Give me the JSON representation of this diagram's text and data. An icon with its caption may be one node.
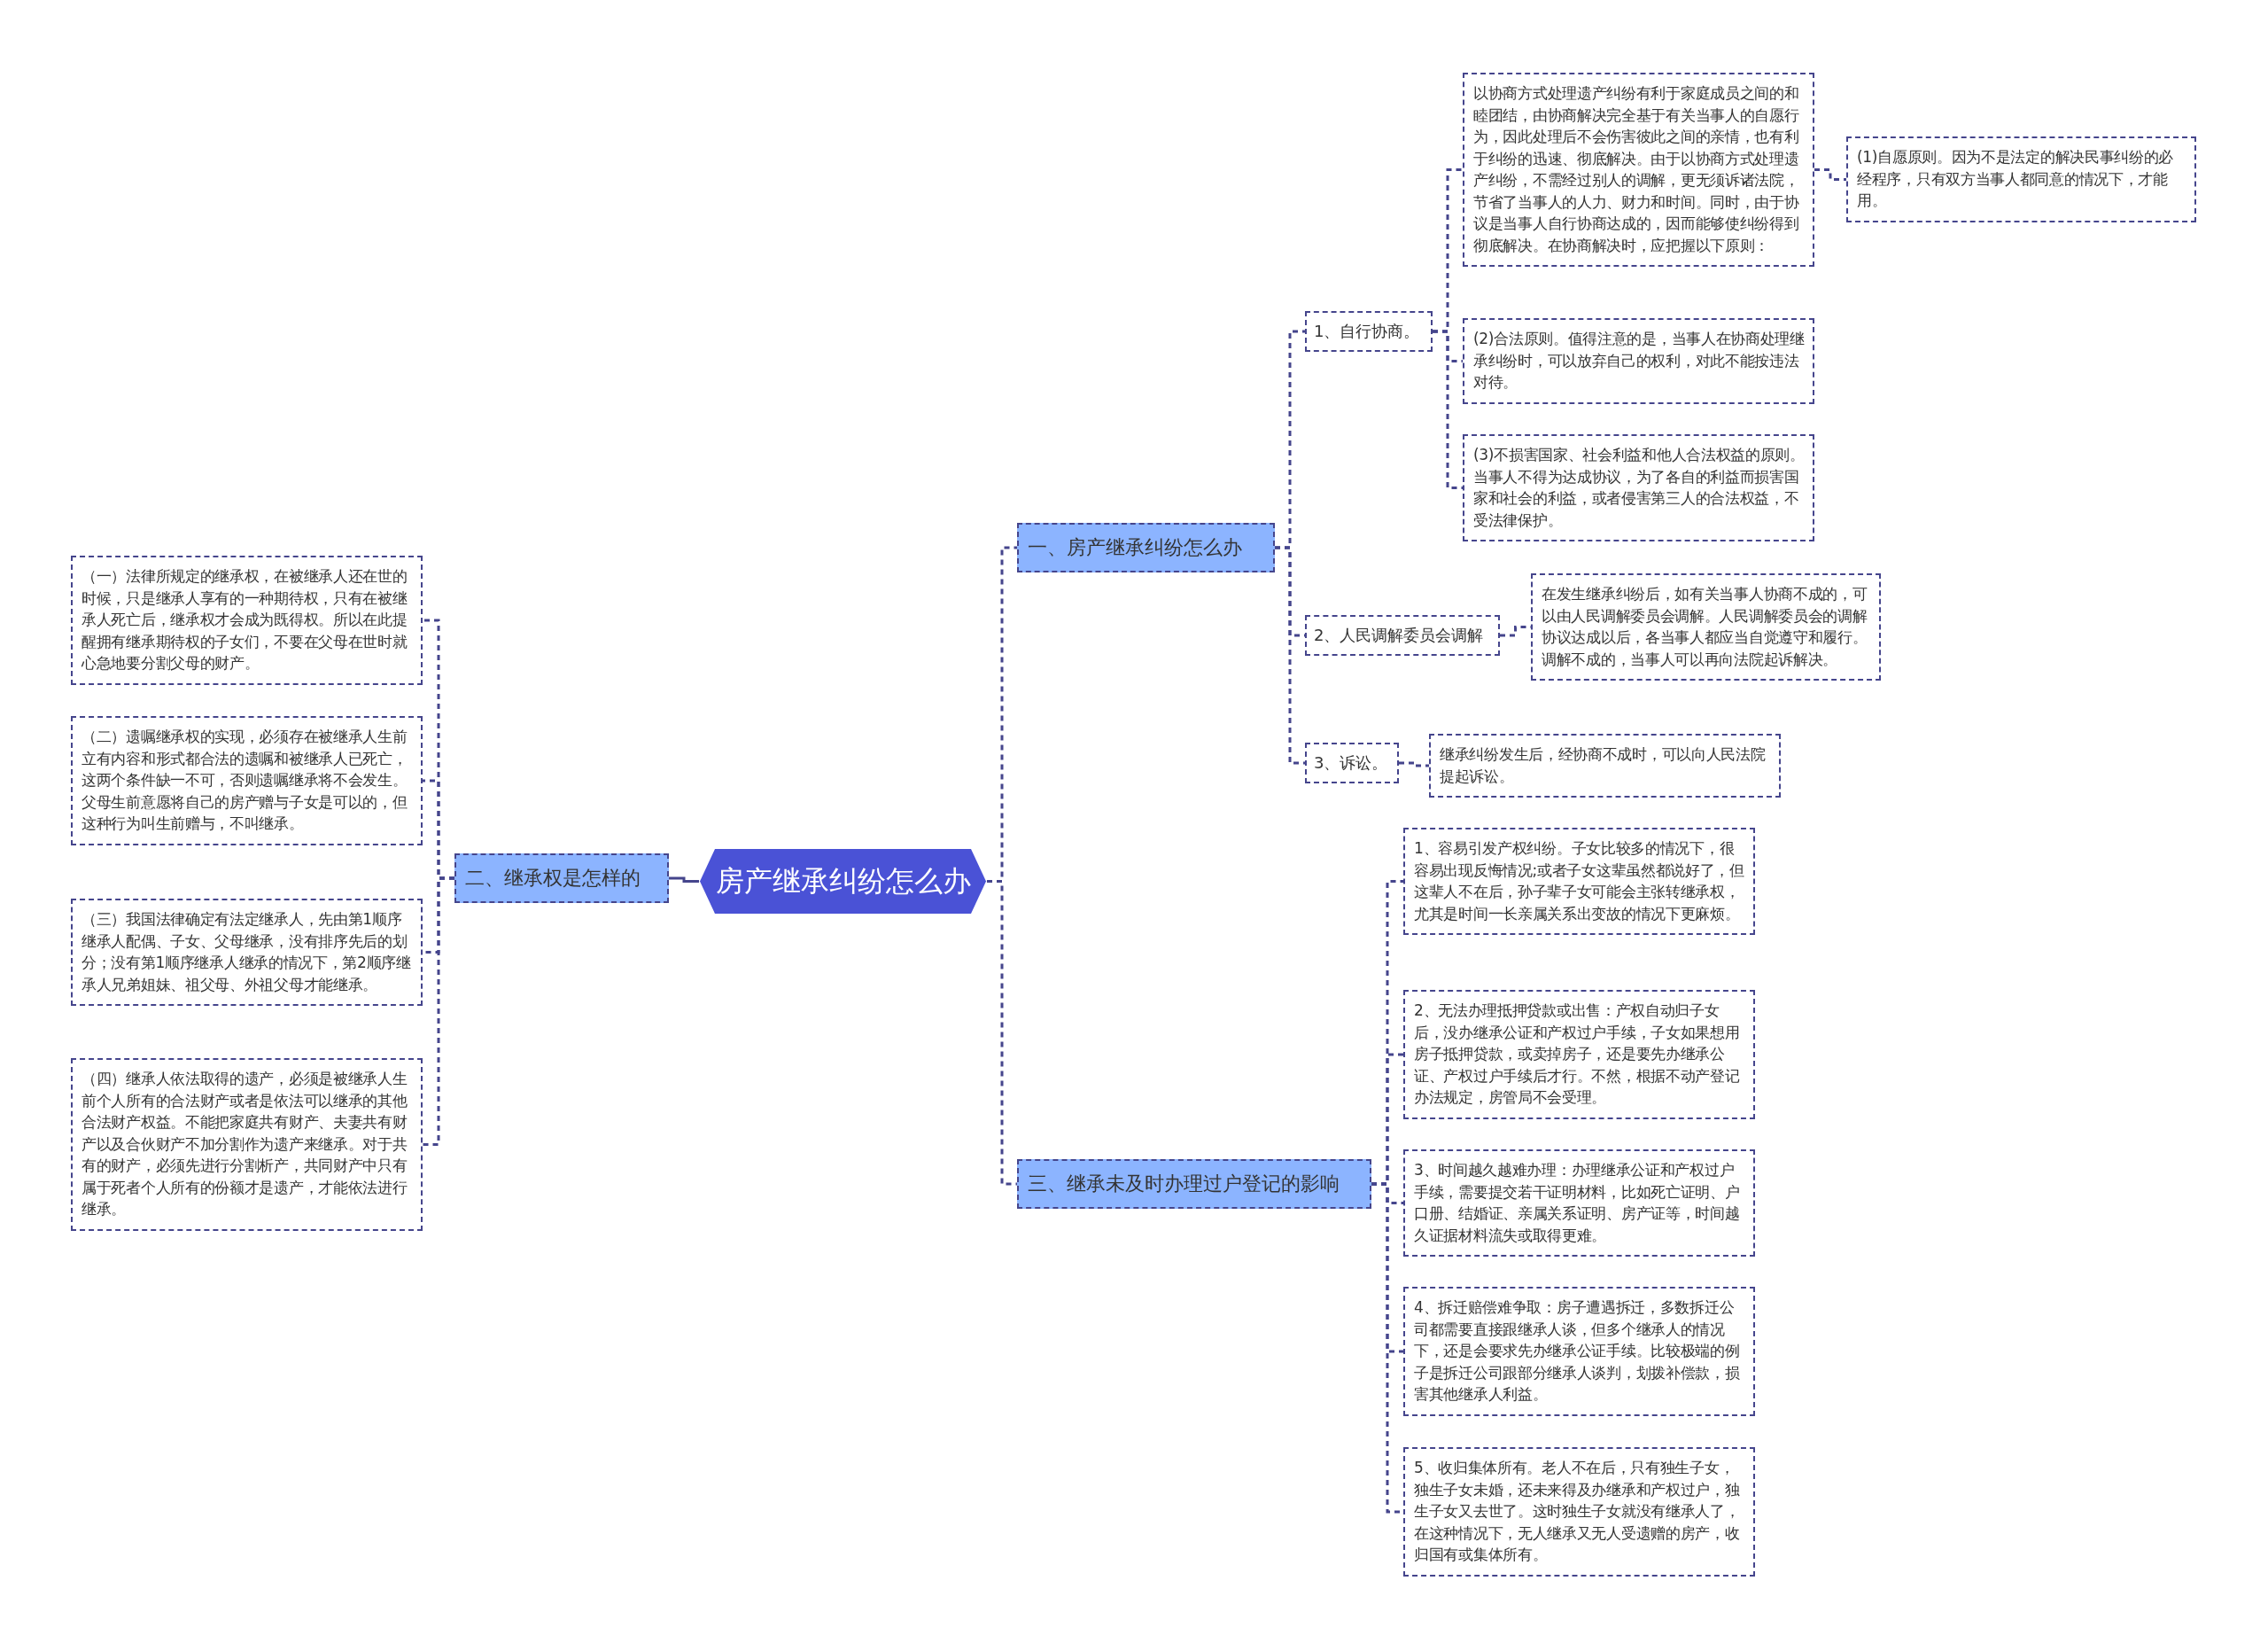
{
  "diagram": {
    "nodes": [
      {
        "text": [
          "房产继承纠纷怎么办"
        ]
      },
      {
        "text": [
          "一、房产继承纠纷怎么办"
        ]
      },
      {
        "text": [
          "1、自行协商。"
        ]
      },
      {
        "text": [
          "以协商方式处理遗产纠纷有利于家庭成员之间的和睦团结，由协商解决完全基于有关当事人的自愿行为，因此处理后不会伤害彼此之间的亲情，也有利于纠纷的迅速、彻底解决。由于以协商方式处理遗产纠纷，不需经过别人的调解，更无须诉诸法院，节省了当事人的人力、财力和时间。同时，由于协议是当事人自行协商达成的，因而能够使纠纷得到彻底解决。在协商解决时，应把握以下原则："
        ]
      },
      {
        "text": [
          "(1)自愿原则。因为不是法定的解决民事纠纷的必经程序，只有双方当事人都同意的情况下，才能用。"
        ]
      },
      {
        "text": [
          "(2)合法原则。值得注意的是，当事人在协商处理继承纠纷时，可以放弃自己的权利，对此不能按违法对待。"
        ]
      },
      {
        "text": [
          "(3)不损害国家、社会利益和他人合法权益的原则。当事人不得为达成协议，为了各自的利益而损害国家和社会的利益，或者侵害第三人的合法权益，不受法律保护。"
        ]
      },
      {
        "text": [
          "2、人民调解委员会调解"
        ]
      },
      {
        "text": [
          "在发生继承纠纷后，如有关当事人协商不成的，可以由人民调解委员会调解。人民调解委员会的调解协议达成以后，各当事人都应当自觉遵守和履行。调解不成的，当事人可以再向法院起诉解决。"
        ]
      },
      {
        "text": [
          "3、诉讼。"
        ]
      },
      {
        "text": [
          "继承纠纷发生后，经协商不成时，可以向人民法院提起诉讼。"
        ]
      },
      {
        "text": [
          "三、继承未及时办理过户登记的影响"
        ]
      },
      {
        "text": [
          "1、容易引发产权纠纷。子女比较多的情况下，很容易出现反悔情况;或者子女这辈虽然都说好了，但这辈人不在后，孙子辈子女可能会主张转继承权，尤其是时间一长亲属关系出变故的情况下更麻烦。"
        ]
      },
      {
        "text": [
          "2、无法办理抵押贷款或出售：产权自动归子女后，没办继承公证和产权过户手续，子女如果想用房子抵押贷款，或卖掉房子，还是要先办继承公证、产权过户手续后才行。不然，根据不动产登记办法规定，房管局不会受理。"
        ]
      },
      {
        "text": [
          "3、时间越久越难办理：办理继承公证和产权过户手续，需要提交若干证明材料，比如死亡证明、户口册、结婚证、亲属关系证明、房产证等，时间越久证据材料流失或取得更难。"
        ]
      },
      {
        "text": [
          "4、拆迁赔偿难争取：房子遭遇拆迁，多数拆迁公司都需要直接跟继承人谈，但多个继承人的情况下，还是会要求先办继承公证手续。比较极端的例子是拆迁公司跟部分继承人谈判，划拨补偿款，损害其他继承人利益。"
        ]
      },
      {
        "text": [
          "5、收归集体所有。老人不在后，只有独生子女，独生子女未婚，还未来得及办继承和产权过户，独生子女又去世了。这时独生子女就没有继承人了，在这种情况下，无人继承又无人受遗赠的房产，收归国有或集体所有。"
        ]
      },
      {
        "text": [
          "二、继承权是怎样的"
        ]
      },
      {
        "text": [
          "（一）法律所规定的继承权，在被继承人还在世的时候，只是继承人享有的一种期待权，只有在被继承人死亡后，继承权才会成为既得权。所以在此提醒拥有继承期待权的子女们，不要在父母在世时就心急地要分割父母的财产。"
        ]
      },
      {
        "text": [
          "（二）遗嘱继承权的实现，必须存在被继承人生前立有内容和形式都合法的遗嘱和被继承人已死亡，这两个条件缺一不可，否则遗嘱继承将不会发生。父母生前意愿将自己的房产赠与子女是可以的，但这种行为叫生前赠与，不叫继承。"
        ]
      },
      {
        "text": [
          "（三）我国法律确定有法定继承人，先由第1顺序继承人配偶、子女、父母继承，没有排序先后的划分；没有第1顺序继承人继承的情况下，第2顺序继承人兄弟姐妹、祖父母、外祖父母才能继承。"
        ]
      },
      {
        "text": [
          "（四）继承人依法取得的遗产，必须是被继承人生前个人所有的合法财产或者是依法可以继承的其他合法财产权益。不能把家庭共有财产、夫妻共有财产以及合伙财产不加分割作为遗产来继承。对于共有的财产，必须先进行分割析产，共同财产中只有属于死者个人所有的份额才是遗产，才能依法进行继承。"
        ]
      }
    ],
    "edges": [
      {
        "from": 0,
        "to": 1,
        "arrow": "none",
        "style": "dashed"
      },
      {
        "from": 1,
        "to": 2,
        "arrow": "none",
        "style": "dashed"
      },
      {
        "from": 2,
        "to": 3,
        "arrow": "none",
        "style": "dashed"
      },
      {
        "from": 3,
        "to": 4,
        "arrow": "none",
        "style": "dashed"
      },
      {
        "from": 2,
        "to": 5,
        "arrow": "none",
        "style": "dashed"
      },
      {
        "from": 2,
        "to": 6,
        "arrow": "none",
        "style": "dashed"
      },
      {
        "from": 1,
        "to": 7,
        "arrow": "none",
        "style": "dashed"
      },
      {
        "from": 7,
        "to": 8,
        "arrow": "none",
        "style": "dashed"
      },
      {
        "from": 1,
        "to": 9,
        "arrow": "none",
        "style": "dashed"
      },
      {
        "from": 9,
        "to": 10,
        "arrow": "none",
        "style": "dashed"
      },
      {
        "from": 0,
        "to": 11,
        "arrow": "none",
        "style": "dashed"
      },
      {
        "from": 11,
        "to": 12,
        "arrow": "none",
        "style": "dashed"
      },
      {
        "from": 11,
        "to": 13,
        "arrow": "none",
        "style": "dashed"
      },
      {
        "from": 11,
        "to": 14,
        "arrow": "none",
        "style": "dashed"
      },
      {
        "from": 11,
        "to": 15,
        "arrow": "none",
        "style": "dashed"
      },
      {
        "from": 11,
        "to": 16,
        "arrow": "none",
        "style": "dashed"
      },
      {
        "from": 0,
        "to": 17,
        "arrow": "none"
      },
      {
        "from": 17,
        "to": 18,
        "arrow": "none",
        "style": "dashed"
      },
      {
        "from": 17,
        "to": 19,
        "arrow": "none",
        "style": "dashed"
      },
      {
        "from": 17,
        "to": 20,
        "arrow": "none",
        "style": "dashed"
      },
      {
        "from": 17,
        "to": 21,
        "arrow": "none",
        "style": "dashed"
      }
    ]
  }
}
